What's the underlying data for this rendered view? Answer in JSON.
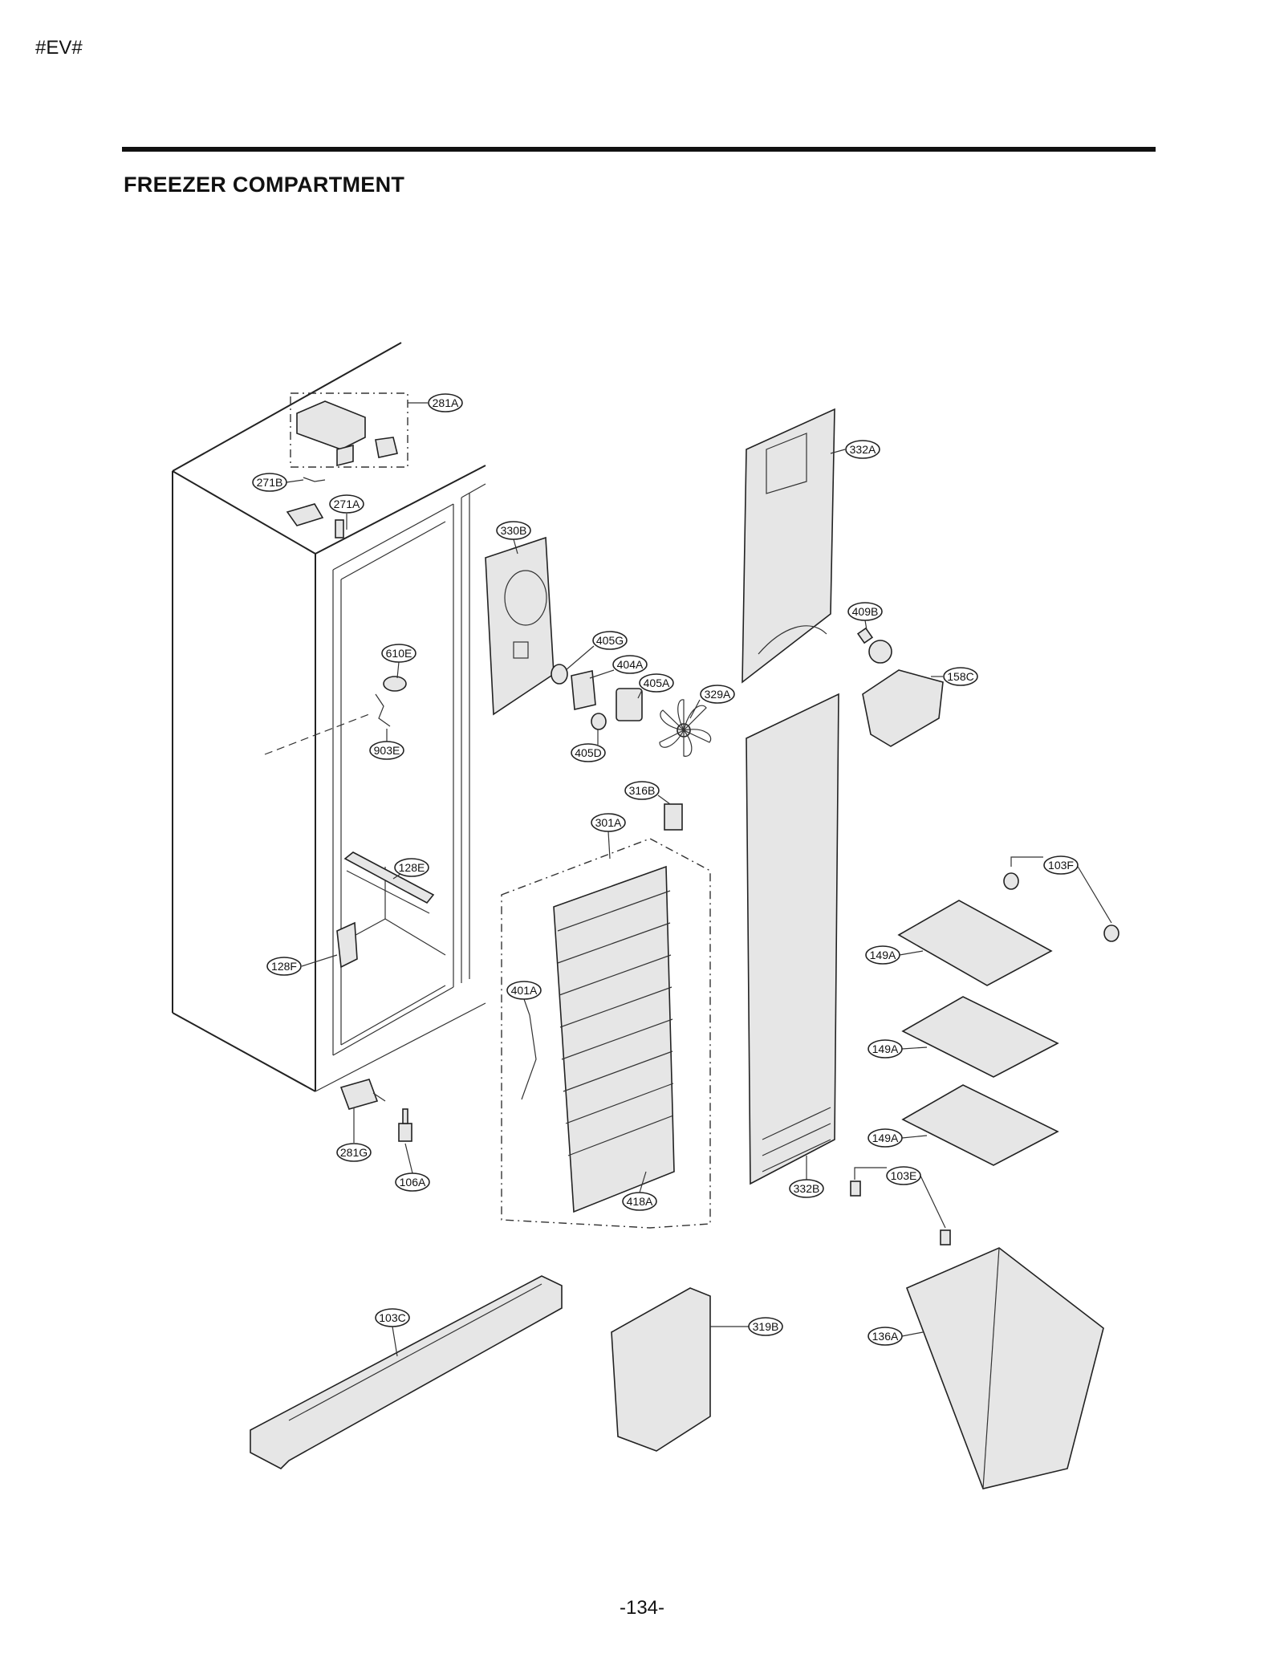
{
  "header": {
    "code": "#EV#",
    "title": "FREEZER COMPARTMENT"
  },
  "footer": {
    "page_number": "-134-"
  },
  "callouts": {
    "c281A": "281A",
    "c271B": "271B",
    "c271A": "271A",
    "c610E": "610E",
    "c903E": "903E",
    "c128E": "128E",
    "c128F": "128F",
    "c281G": "281G",
    "c106A": "106A",
    "c330B": "330B",
    "c405G": "405G",
    "c404A": "404A",
    "c405A": "405A",
    "c329A": "329A",
    "c405D": "405D",
    "c316B": "316B",
    "c301A": "301A",
    "c401A": "401A",
    "c418A": "418A",
    "c332A": "332A",
    "c409B": "409B",
    "c158C": "158C",
    "c332B": "332B",
    "c103F": "103F",
    "c149A1": "149A",
    "c149A2": "149A",
    "c149A3": "149A",
    "c103E": "103E",
    "c136A": "136A",
    "c103C": "103C",
    "c319B": "319B"
  }
}
